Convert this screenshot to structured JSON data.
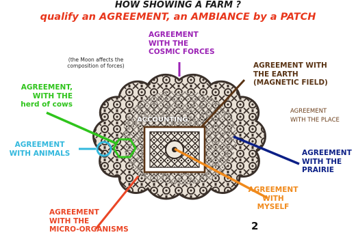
{
  "title": {
    "line1": "HOW SHOWING A FARM ?",
    "line2": "qualify an AGREEMENT, an AMBIANCE by a PATCH"
  },
  "center_label": "ACCOUNTING",
  "annotations": {
    "cosmic": [
      "AGREEMENT",
      "WITH THE",
      "COSMIC FORCES"
    ],
    "moon_note": [
      "(the Moon affects the",
      "composition of forces)"
    ],
    "earth": [
      "AGREEMENT WITH",
      "THE EARTH",
      "(MAGNETIC FIELD)"
    ],
    "herd": [
      "AGREEMENT,",
      "WITH THE",
      "herd of cows"
    ],
    "place": [
      "AGREEMENT",
      "WITH THE PLACE"
    ],
    "animals": [
      "AGREEMENT",
      "WITH ANIMALS"
    ],
    "prairie": [
      "AGREEMENT",
      "WITH THE",
      "PRAIRIE"
    ],
    "myself": [
      "AGREEMENT",
      "WITH",
      "MYSELF"
    ],
    "microorganisms": [
      "AGREEMENT",
      "WITH THE",
      "MICRO-ORGANISMS"
    ]
  },
  "page_number": "2",
  "colors": {
    "cosmic": "#9b22b5",
    "earth": "#5a3415",
    "herd": "#2fc41c",
    "animals": "#33b8dd",
    "prairie": "#0b1f86",
    "myself": "#f08a1c",
    "microorganisms": "#ea4626",
    "title_red": "#e8361b"
  }
}
